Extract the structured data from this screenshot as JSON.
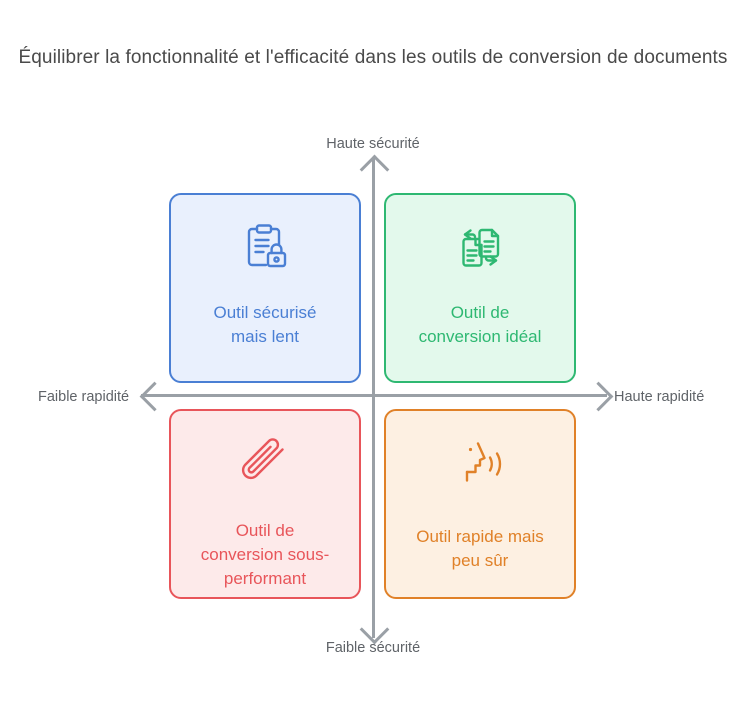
{
  "title": "Équilibrer la fonctionnalité et l'efficacité dans les outils de conversion de documents",
  "axes": {
    "top_label": "Haute sécurité",
    "bottom_label": "Faible sécurité",
    "left_label": "Faible rapidité",
    "right_label": "Haute rapidité",
    "vertical_name": "sécurité",
    "horizontal_name": "rapidité",
    "line_color": "#9aa0a6"
  },
  "quadrants": [
    {
      "position": "top-left",
      "label": "Outil sécurisé\nmais lent",
      "icon": "clipboard-lock-icon",
      "border_color": "#4a7fd4",
      "fill_color": "#e9f0fd",
      "text_color": "#4a7fd4"
    },
    {
      "position": "top-right",
      "label": "Outil de\nconversion idéal",
      "icon": "document-conversion-icon",
      "border_color": "#2eb872",
      "fill_color": "#e3f9ec",
      "text_color": "#2eb872"
    },
    {
      "position": "bottom-left",
      "label": "Outil de\nconversion sous-\nperformant",
      "icon": "paperclip-icon",
      "border_color": "#e8555a",
      "fill_color": "#fdeaea",
      "text_color": "#e8555a"
    },
    {
      "position": "bottom-right",
      "label": "Outil rapide mais\npeu sûr",
      "icon": "speaking-head-icon",
      "border_color": "#e08128",
      "fill_color": "#fdf0e2",
      "text_color": "#e08128"
    }
  ],
  "chart_data": {
    "type": "scatter",
    "title": "Équilibrer la fonctionnalité et l'efficacité dans les outils de conversion de documents",
    "xlabel": "rapidité",
    "ylabel": "sécurité",
    "x_axis_low": "Faible rapidité",
    "x_axis_high": "Haute rapidité",
    "y_axis_low": "Faible sécurité",
    "y_axis_high": "Haute sécurité",
    "grid": false,
    "legend": "none",
    "categories": [
      "Outil sécurisé mais lent",
      "Outil de conversion idéal",
      "Outil de conversion sous-performant",
      "Outil rapide mais peu sûr"
    ],
    "points": [
      {
        "label": "Outil sécurisé mais lent",
        "x": -1,
        "y": 1,
        "quadrant": "top-left",
        "color": "#4a7fd4"
      },
      {
        "label": "Outil de conversion idéal",
        "x": 1,
        "y": 1,
        "quadrant": "top-right",
        "color": "#2eb872"
      },
      {
        "label": "Outil de conversion sous-performant",
        "x": -1,
        "y": -1,
        "quadrant": "bottom-left",
        "color": "#e8555a"
      },
      {
        "label": "Outil rapide mais peu sûr",
        "x": 1,
        "y": -1,
        "quadrant": "bottom-right",
        "color": "#e08128"
      }
    ]
  }
}
